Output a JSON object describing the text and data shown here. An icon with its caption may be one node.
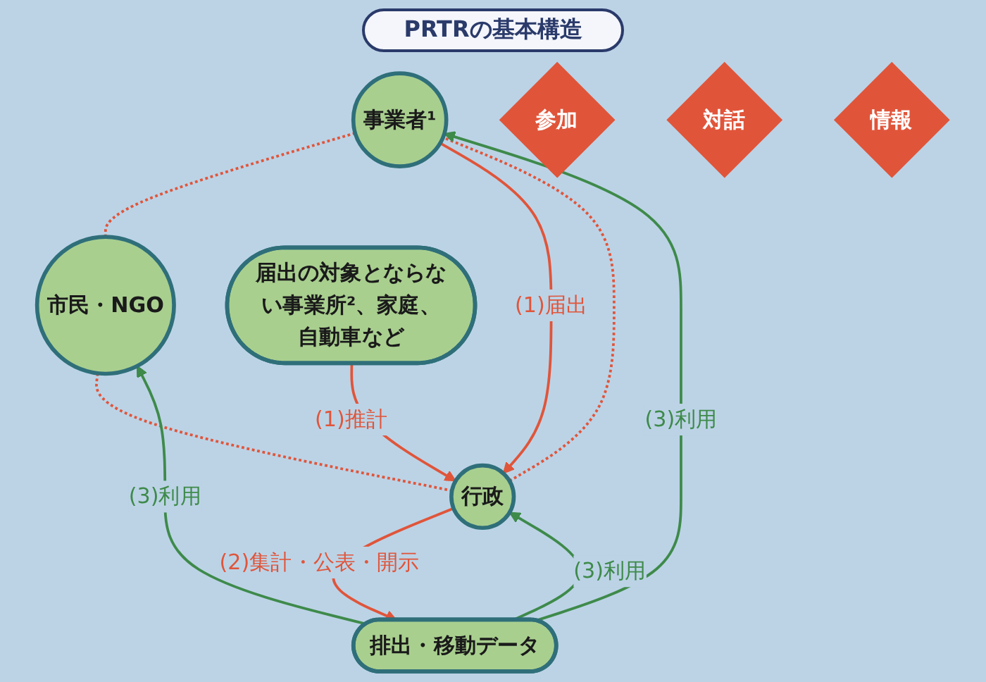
{
  "diagram": {
    "title": "PRTRの基本構造",
    "nodes": [
      {
        "text": [
          "事業者¹"
        ]
      },
      {
        "text": [
          "市民・NGO"
        ]
      },
      {
        "text": [
          "参加"
        ]
      },
      {
        "text": [
          "対話"
        ]
      },
      {
        "text": [
          "情報"
        ]
      },
      {
        "text": [
          "届出の対象とならない事業所²、家庭、自動車など"
        ]
      },
      {
        "text": [
          "行政"
        ]
      },
      {
        "text": [
          "排出・移動データ"
        ]
      }
    ],
    "edges": [
      {
        "from": 0,
        "to": 1,
        "arrow": "none",
        "style": "dashed"
      },
      {
        "from": 1,
        "to": 6,
        "arrow": "none",
        "style": "dashed"
      },
      {
        "from": 6,
        "to": 0,
        "arrow": "none",
        "style": "dashed"
      },
      {
        "from": 0,
        "to": 6,
        "arrow": "to",
        "label": "(1)届出"
      },
      {
        "from": 5,
        "to": 6,
        "arrow": "to",
        "label": "(1)推計"
      },
      {
        "from": 6,
        "to": 7,
        "arrow": "to",
        "label": "(2)集計・公表・開示"
      },
      {
        "from": 7,
        "to": 6,
        "arrow": "to",
        "label": "(3)利用",
        "color": "#3e8a4a"
      },
      {
        "from": 7,
        "to": 0,
        "arrow": "to",
        "label": "(3)利用",
        "color": "#3e8a4a"
      },
      {
        "from": 7,
        "to": 1,
        "arrow": "to",
        "label": "(3)利用",
        "color": "#3e8a4a"
      }
    ]
  }
}
